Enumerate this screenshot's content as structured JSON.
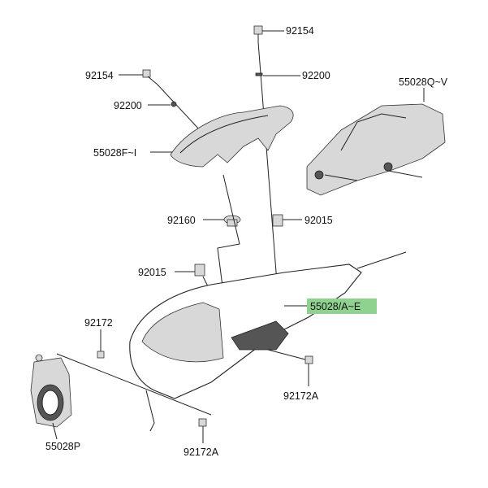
{
  "diagram": {
    "labels": {
      "bolt_top": "92154",
      "washer_top": "92200",
      "cover_right": "55028Q~V",
      "bolt_left": "92154",
      "washer_left": "92200",
      "cover_upper": "55028F~I",
      "grommet": "92160",
      "nut_right": "92015",
      "nut_left": "92015",
      "main_cowl": "55028/A~E",
      "screw_left": "92172",
      "screw_right": "92172A",
      "bracket": "55028P",
      "screw_bottom": "92172A"
    },
    "highlight_color": "#8fd18f"
  }
}
